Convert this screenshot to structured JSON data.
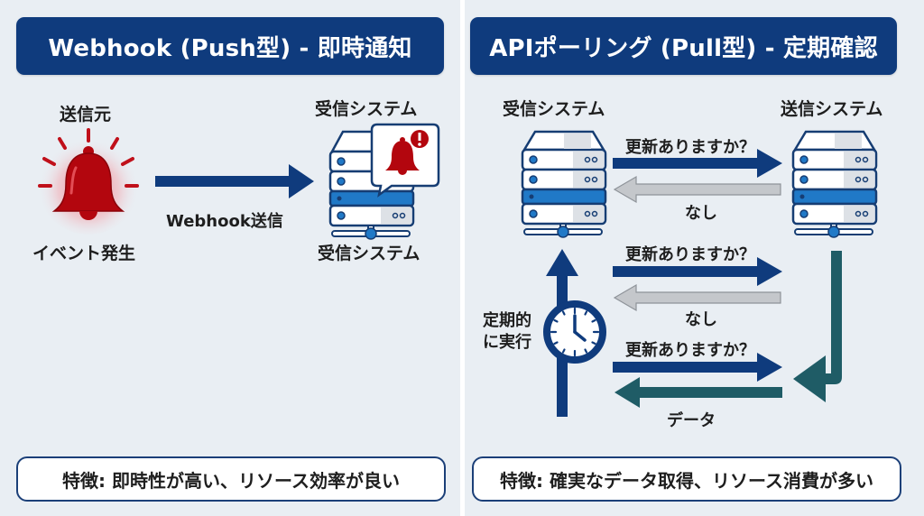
{
  "left": {
    "title": "Webhook (Push型) - 即時通知",
    "sender_label": "送信元",
    "event_label": "イベント発生",
    "arrow_label": "Webhook送信",
    "receiver_label_top": "受信システム",
    "receiver_label_bottom": "受信システム",
    "summary": "特徴: 即時性が高い、リソース効率が良い",
    "icons": [
      "bell-alert-icon",
      "arrow-right-icon",
      "server-icon",
      "notification-bubble-icon"
    ]
  },
  "right": {
    "title": "APIポーリング (Pull型) - 定期確認",
    "client_label": "受信システム",
    "server_label": "送信システム",
    "periodic_label_line1": "定期的",
    "periodic_label_line2": "に実行",
    "exchanges": [
      {
        "request": "更新ありますか？",
        "response": "なし",
        "response_type": "empty"
      },
      {
        "request": "更新ありますか？",
        "response": "なし",
        "response_type": "empty"
      },
      {
        "request": "更新ありますか？",
        "response": "データ",
        "response_type": "data"
      }
    ],
    "summary": "特徴: 確実なデータ取得、リソース消費が多い",
    "icons": [
      "server-icon",
      "clock-icon",
      "loop-arrow-icon"
    ]
  },
  "colors": {
    "navy": "#0f3b7d",
    "alert_red": "#b3060e",
    "gray_arrow": "#c4c7cb",
    "teal": "#1f5c66",
    "server_blue": "#2079c7",
    "background": "#e9eef3"
  }
}
